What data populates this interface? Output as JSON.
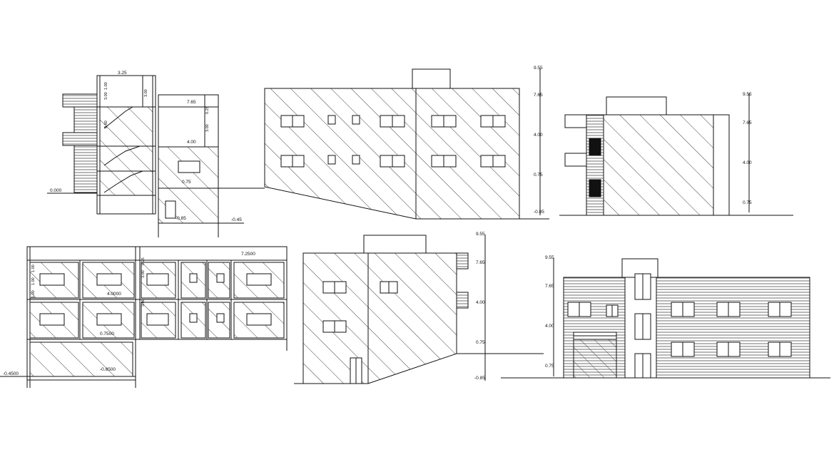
{
  "drawing": {
    "background": "#ffffff",
    "line_color": "#111111",
    "views": {
      "section_stair": {
        "top_dim": "3.25",
        "level_765": "7.65",
        "level_400": "4.00",
        "level_075": "0.75",
        "level_ground": "0.000",
        "level_minus": "-0.45",
        "level_basement": "-0.85",
        "vert_a": "3.00",
        "vert_b": "1.00",
        "vert_c": "3.00",
        "vert_d": "0.25",
        "vert_e": "3.00",
        "vert_f": "0.80"
      },
      "elevation_front_left": {
        "level_top": "9.55",
        "level_765": "7.65",
        "level_400": "4.00",
        "level_075": "0.75",
        "level_minus": "-0.85"
      },
      "elevation_side_right": {
        "level_top": "9.55",
        "level_765": "7.65",
        "level_400": "4.00",
        "level_075": "0.75"
      },
      "section_long": {
        "level_top": "7.2500",
        "level_mid": "4.0000",
        "level_low": "0.7500",
        "level_left": "-0.4500",
        "level_basement": "-0.8500",
        "vert_a": "1.00",
        "vert_b": "1.00",
        "vert_c": "1.00",
        "vert_d": "3.00",
        "vert_e": "0.25",
        "vert_f": "3.00"
      },
      "elevation_side_left": {
        "level_top": "9.55",
        "level_765": "7.65",
        "level_400": "4.00",
        "level_075": "0.75",
        "level_minus": "-0.85"
      },
      "elevation_rear": {
        "level_top": "9.55",
        "level_765": "7.65",
        "level_400": "4.00",
        "level_075": "0.75"
      }
    }
  }
}
